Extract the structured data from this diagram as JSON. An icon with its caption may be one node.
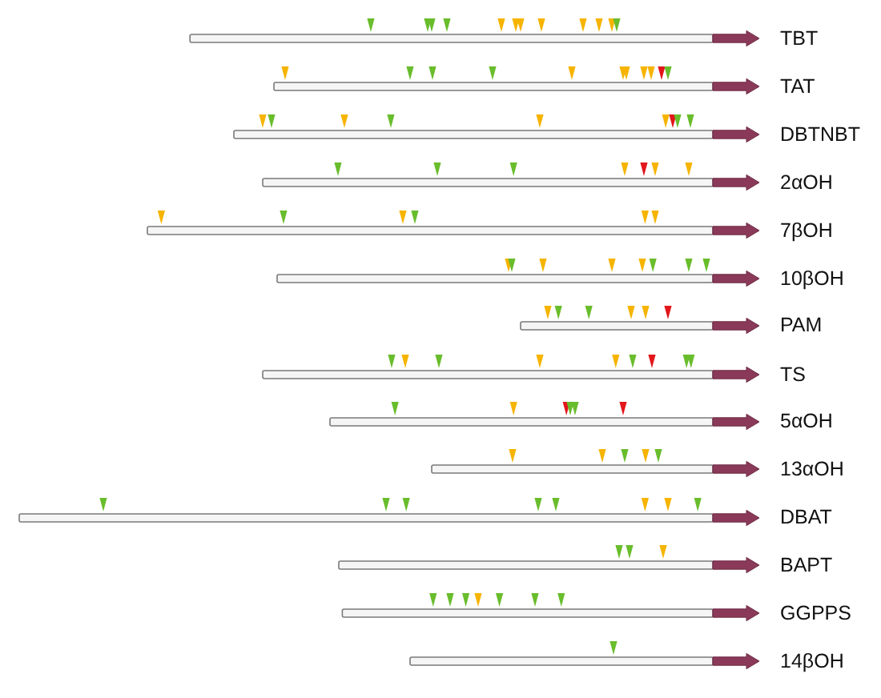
{
  "diagram": {
    "labels": [
      "TBT",
      "TAT",
      "DBTNBT",
      "2αOH",
      "7βOH",
      "10βOH",
      "PAM",
      "TS",
      "5αOH",
      "13αOH",
      "DBAT",
      "BAPT",
      "GGPPS",
      "14βOH"
    ]
  }
}
